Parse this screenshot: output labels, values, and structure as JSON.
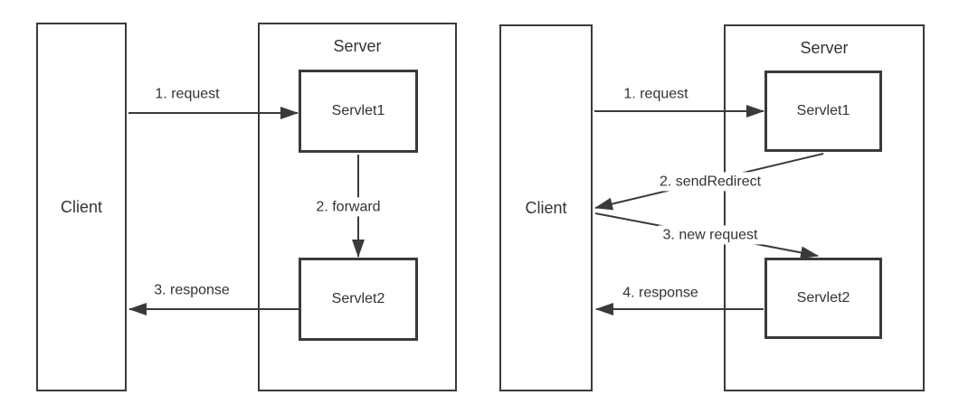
{
  "colors": {
    "line": "#3a3a3a",
    "text": "#333333",
    "background": "#ffffff"
  },
  "diagrams": [
    {
      "name": "forward-flow",
      "client_label": "Client",
      "server_label": "Server",
      "servlet1_label": "Servlet1",
      "servlet2_label": "Servlet2",
      "edges": [
        {
          "label": "1. request",
          "from": "Client",
          "to": "Servlet1"
        },
        {
          "label": "2. forward",
          "from": "Servlet1",
          "to": "Servlet2"
        },
        {
          "label": "3. response",
          "from": "Servlet2",
          "to": "Client"
        }
      ]
    },
    {
      "name": "redirect-flow",
      "client_label": "Client",
      "server_label": "Server",
      "servlet1_label": "Servlet1",
      "servlet2_label": "Servlet2",
      "edges": [
        {
          "label": "1. request",
          "from": "Client",
          "to": "Servlet1"
        },
        {
          "label": "2. sendRedirect",
          "from": "Servlet1",
          "to": "Client"
        },
        {
          "label": "3. new request",
          "from": "Client",
          "to": "Servlet2"
        },
        {
          "label": "4. response",
          "from": "Servlet2",
          "to": "Client"
        }
      ]
    }
  ]
}
